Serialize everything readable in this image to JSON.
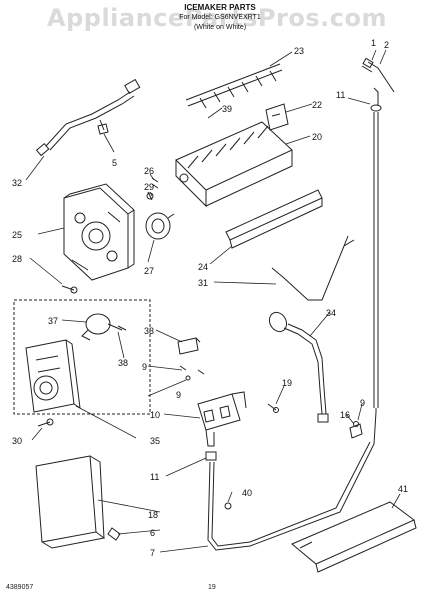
{
  "watermark": "AppliancePartsPros.com",
  "header": {
    "title": "ICEMAKER PARTS",
    "model": "For Model: GS6NVEXRT1",
    "color": "(White on White)"
  },
  "callouts": [
    {
      "id": "c1",
      "label": "1"
    },
    {
      "id": "c2",
      "label": "2"
    },
    {
      "id": "c11a",
      "label": "11"
    },
    {
      "id": "c23",
      "label": "23"
    },
    {
      "id": "c39",
      "label": "39"
    },
    {
      "id": "c22",
      "label": "22"
    },
    {
      "id": "c20",
      "label": "20"
    },
    {
      "id": "c5",
      "label": "5"
    },
    {
      "id": "c32",
      "label": "32"
    },
    {
      "id": "c26",
      "label": "26"
    },
    {
      "id": "c29",
      "label": "29"
    },
    {
      "id": "c25",
      "label": "25"
    },
    {
      "id": "c27",
      "label": "27"
    },
    {
      "id": "c28",
      "label": "28"
    },
    {
      "id": "c24",
      "label": "24"
    },
    {
      "id": "c31",
      "label": "31"
    },
    {
      "id": "c37",
      "label": "37"
    },
    {
      "id": "c38",
      "label": "38"
    },
    {
      "id": "c33",
      "label": "33"
    },
    {
      "id": "c34",
      "label": "34"
    },
    {
      "id": "c9a",
      "label": "9"
    },
    {
      "id": "c9b",
      "label": "9"
    },
    {
      "id": "c19",
      "label": "19"
    },
    {
      "id": "c10",
      "label": "10"
    },
    {
      "id": "c16",
      "label": "16"
    },
    {
      "id": "c9c",
      "label": "9"
    },
    {
      "id": "c30",
      "label": "30"
    },
    {
      "id": "c35",
      "label": "35"
    },
    {
      "id": "c11b",
      "label": "11"
    },
    {
      "id": "c40",
      "label": "40"
    },
    {
      "id": "c41",
      "label": "41"
    },
    {
      "id": "c18",
      "label": "18"
    },
    {
      "id": "c6",
      "label": "6"
    },
    {
      "id": "c7",
      "label": "7"
    }
  ],
  "footer": {
    "doc_number": "4389057",
    "page": "19"
  }
}
